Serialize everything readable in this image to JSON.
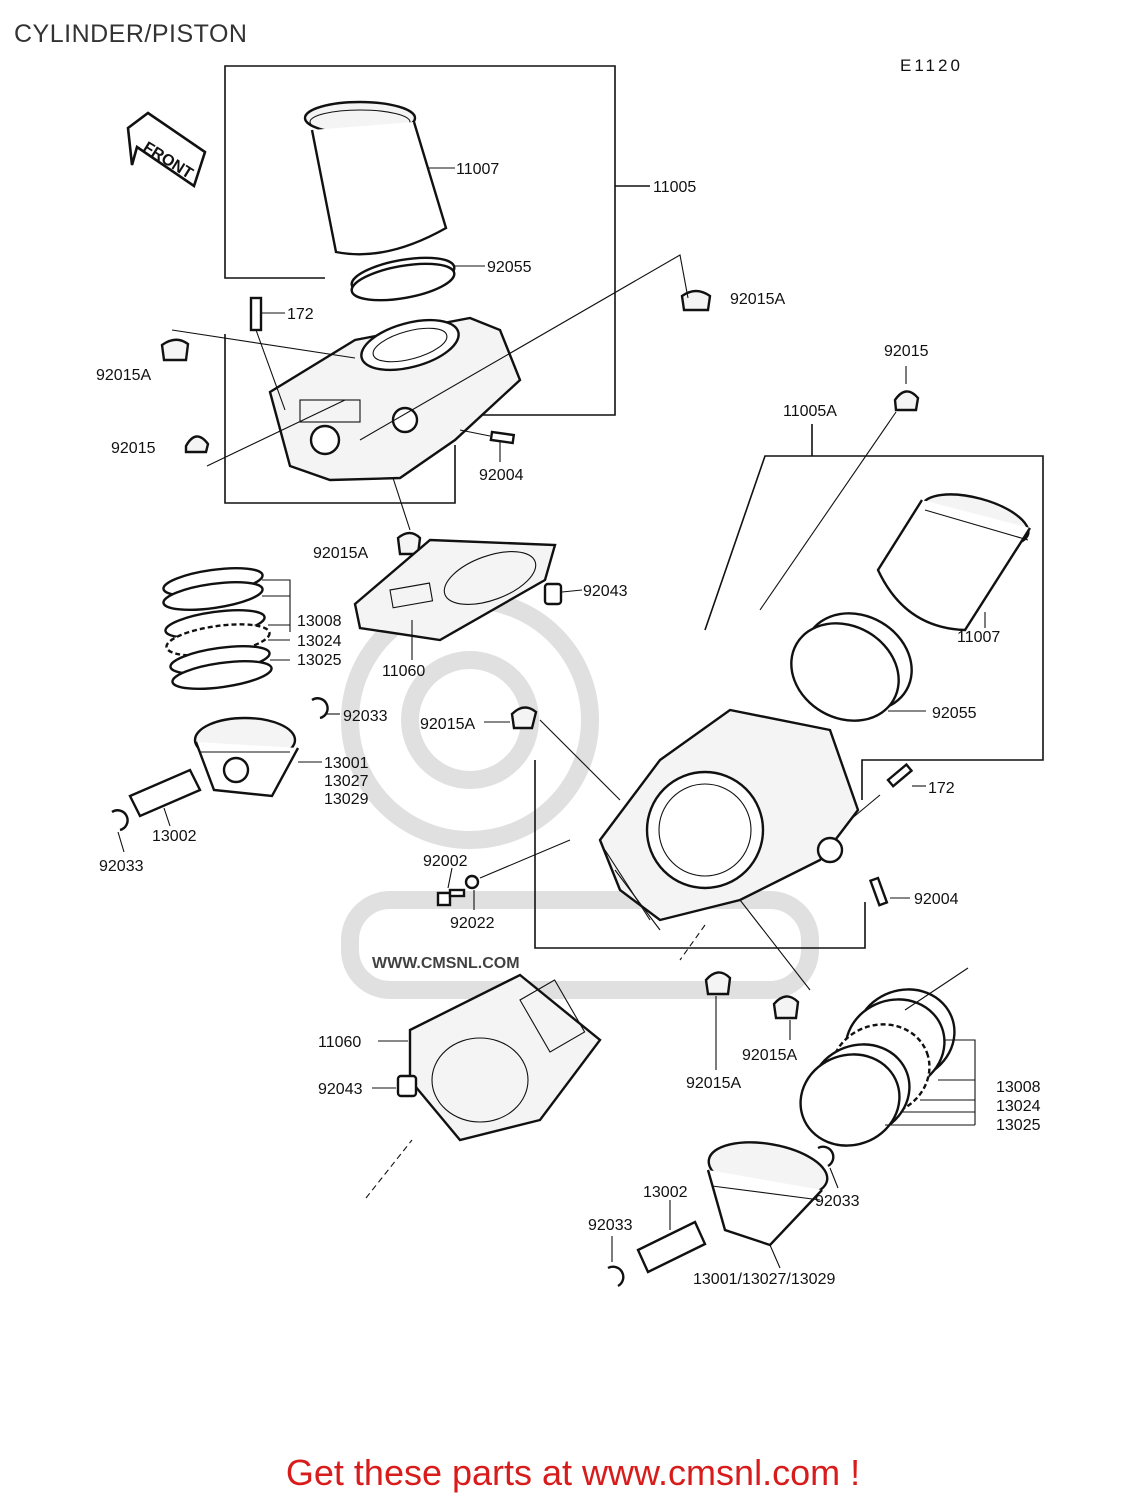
{
  "title": "CYLINDER/PISTON",
  "diagram_code": "E1120",
  "front_arrow_label": "FRONT",
  "watermark_text": "WWW.CMSNL.COM",
  "colors": {
    "footer_text": "#d81c1c",
    "line": "#111111",
    "watermark": "#d2d2d2"
  },
  "callouts": [
    "11007",
    "11005",
    "92055",
    "172",
    "92015A",
    "92015A",
    "92015",
    "92004",
    "92015",
    "11005A",
    "92015A",
    "92043",
    "13008",
    "13024",
    "13025",
    "11060",
    "11007",
    "92033",
    "92015A",
    "92055",
    "13001",
    "13027",
    "13029",
    "172",
    "13002",
    "92033",
    "92002",
    "92022",
    "92004",
    "11060",
    "92015A",
    "92015A",
    "13008",
    "13024",
    "13025",
    "92043",
    "13002",
    "92033",
    "92033",
    "13001/13027/13029"
  ],
  "footer": "Get these parts at www.cmsnl.com !"
}
